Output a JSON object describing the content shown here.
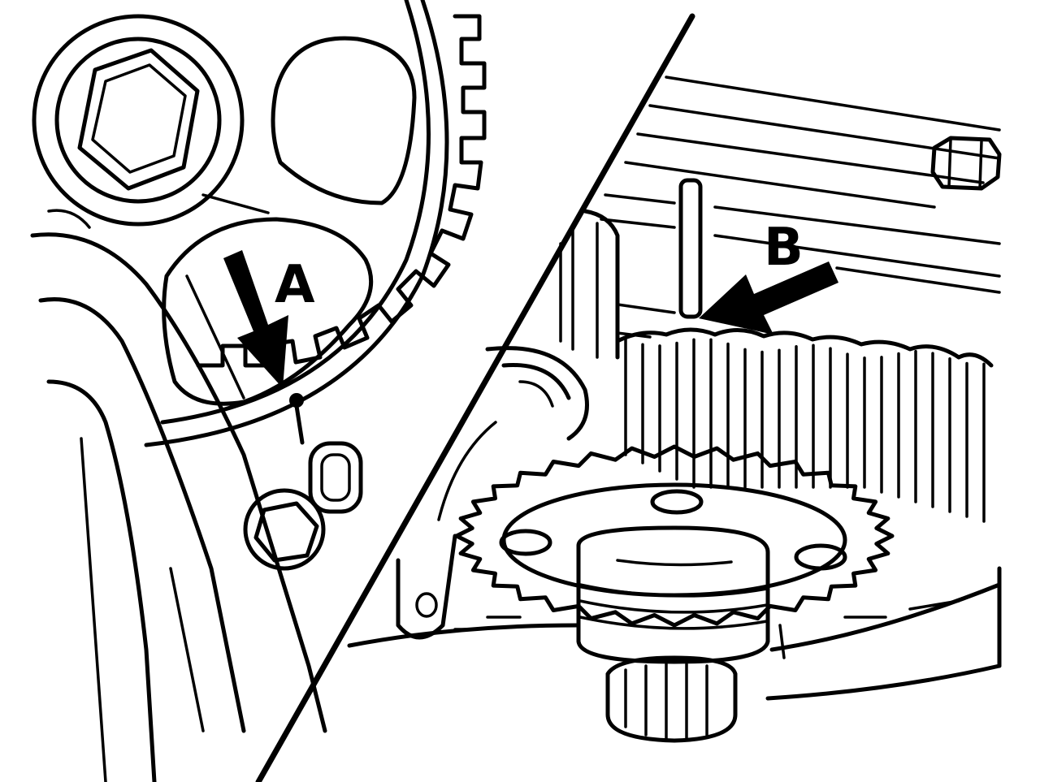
{
  "figure": {
    "callouts": [
      {
        "id": "A",
        "label": "A"
      },
      {
        "id": "B",
        "label": "B"
      }
    ],
    "colors": {
      "ink": "#000000",
      "paper": "#ffffff"
    }
  }
}
